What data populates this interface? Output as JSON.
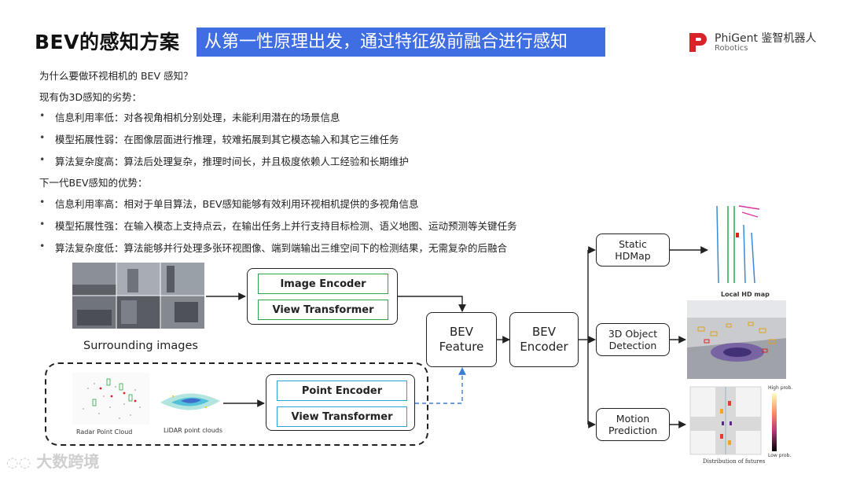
{
  "header": {
    "title": "BEV的感知方案",
    "banner": "从第一性原理出发，通过特征级前融合进行感知",
    "logo": {
      "name": "PhiGent 鉴智机器人",
      "sub": "Robotics"
    }
  },
  "body": {
    "question": "为什么要做环视相机的 BEV 感知？",
    "disadv_heading": "现有伪3D感知的劣势：",
    "disadv": [
      "信息利用率低：对各视角相机分别处理，未能利用潜在的场景信息",
      "模型拓展性弱：在图像层面进行推理，较难拓展到其它模态输入和其它三维任务",
      "算法复杂度高：算法后处理复杂，推理时间长，并且极度依赖人工经验和长期维护"
    ],
    "adv_heading": "下一代BEV感知的优势：",
    "adv": [
      "信息利用率高：相对于单目算法，BEV感知能够有效利用环视相机提供的多视角信息",
      "模型拓展性强：在输入模态上支持点云，在输出任务上并行支持目标检测、语义地图、运动预测等关键任务",
      "算法复杂度低：算法能够并行处理多张环视图像、端到端输出三维空间下的检测结果，无需复杂的后融合"
    ]
  },
  "diagram": {
    "surrounding_caption": "Surrounding images",
    "image_encoder": "Image Encoder",
    "view_transformer": "View Transformer",
    "point_encoder": "Point Encoder",
    "view_transformer_2": "View Transformer",
    "radar_caption": "Radar Point Cloud",
    "lidar_caption": "LiDAR point clouds",
    "bev_feature": [
      "BEV",
      "Feature"
    ],
    "bev_encoder": [
      "BEV",
      "Encoder"
    ],
    "static_hdmap": [
      "Static",
      "HDMap"
    ],
    "object_detection": [
      "3D Object",
      "Detection"
    ],
    "motion_prediction": [
      "Motion",
      "Prediction"
    ],
    "local_hd_map_caption": "Local HD map",
    "futures_caption": "Distribution of futures",
    "high_prob": "High prob.",
    "low_prob": "Low prob."
  },
  "watermark": "大数跨境",
  "colors": {
    "banner": "#3f6ee3",
    "green_border": "#2aa54a",
    "cyan_border": "#29a3d8",
    "arrow_dashed": "#3b7fd0"
  }
}
